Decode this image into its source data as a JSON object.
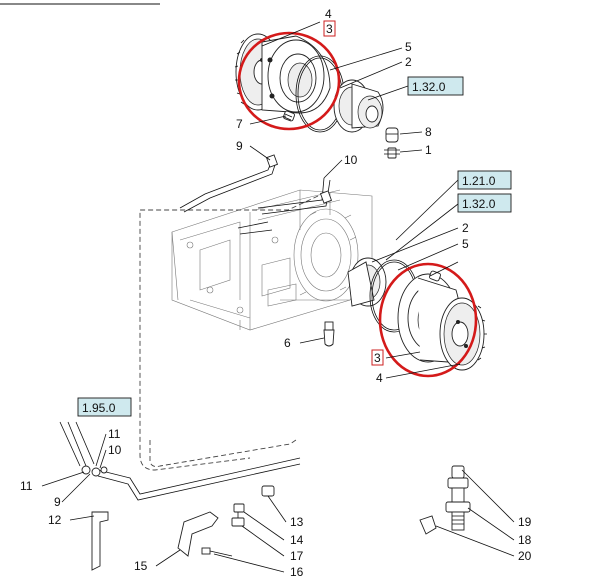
{
  "labels": {
    "n4_top": "4",
    "n3_top": "3",
    "n5_top": "5",
    "n2_top": "2",
    "n7": "7",
    "n8": "8",
    "n1": "1",
    "n9_top": "9",
    "n10_top": "10",
    "n2_mid": "2",
    "n5_mid": "5",
    "n6": "6",
    "n3_bot": "3",
    "n4_bot": "4",
    "n11": "11",
    "n10_left": "10",
    "n11_left": "11",
    "n9_left": "9",
    "n12": "12",
    "n13": "13",
    "n14": "14",
    "n17": "17",
    "n15": "15",
    "n16": "16",
    "n19": "19",
    "n18": "18",
    "n20": "20"
  },
  "refs": {
    "ref_132_top": "1.32.0",
    "ref_121": "1.21.0",
    "ref_132_mid": "1.32.0",
    "ref_195": "1.95.0"
  },
  "colors": {
    "highlight": "#d41a1a",
    "ref_fill": "#cfe9ee",
    "line": "#111111"
  }
}
